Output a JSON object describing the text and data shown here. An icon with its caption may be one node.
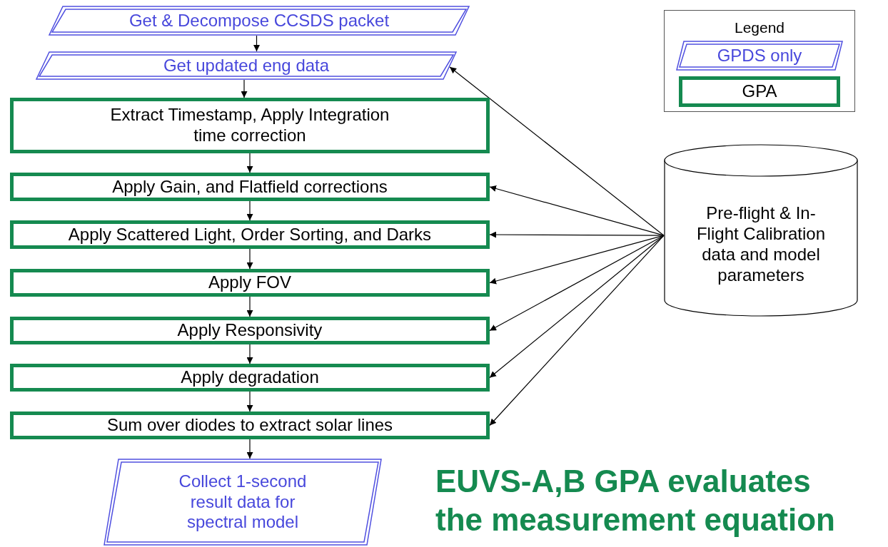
{
  "diagram": {
    "title": "EUVS-A,B GPA evaluates the measurement equation",
    "nodes": [
      {
        "text": [
          "Get & Decompose CCSDS packet"
        ]
      },
      {
        "text": [
          "Get updated eng data"
        ]
      },
      {
        "text": [
          "Extract Timestamp, Apply Integration time correction"
        ]
      },
      {
        "text": [
          "Apply Gain, and Flatfield corrections"
        ]
      },
      {
        "text": [
          "Apply Scattered Light, Order Sorting, and Darks"
        ]
      },
      {
        "text": [
          "Apply FOV"
        ]
      },
      {
        "text": [
          "Apply Responsivity"
        ]
      },
      {
        "text": [
          "Apply degradation"
        ]
      },
      {
        "text": [
          "Sum over diodes to extract solar lines"
        ]
      },
      {
        "text": [
          "Collect 1-second result data for spectral model"
        ]
      },
      {
        "text": [
          "Pre-flight & In-Flight Calibration data and model parameters"
        ]
      }
    ],
    "edges": [
      {
        "from": 0,
        "to": 1,
        "arrow": "to"
      },
      {
        "from": 1,
        "to": 2,
        "arrow": "to"
      },
      {
        "from": 2,
        "to": 3,
        "arrow": "to"
      },
      {
        "from": 3,
        "to": 4,
        "arrow": "to"
      },
      {
        "from": 4,
        "to": 5,
        "arrow": "to"
      },
      {
        "from": 5,
        "to": 6,
        "arrow": "to"
      },
      {
        "from": 6,
        "to": 7,
        "arrow": "to"
      },
      {
        "from": 7,
        "to": 8,
        "arrow": "to"
      },
      {
        "from": 8,
        "to": 9,
        "arrow": "to"
      },
      {
        "from": 10,
        "to": 1,
        "arrow": "to"
      },
      {
        "from": 10,
        "to": 3,
        "arrow": "to"
      },
      {
        "from": 10,
        "to": 4,
        "arrow": "to"
      },
      {
        "from": 10,
        "to": 5,
        "arrow": "to"
      },
      {
        "from": 10,
        "to": 6,
        "arrow": "to"
      },
      {
        "from": 10,
        "to": 7,
        "arrow": "to"
      },
      {
        "from": 10,
        "to": 8,
        "arrow": "to"
      }
    ],
    "labels": [
      "Legend"
    ],
    "legend": [
      {
        "text": "GPDS only"
      },
      {
        "text": "GPA"
      }
    ]
  }
}
